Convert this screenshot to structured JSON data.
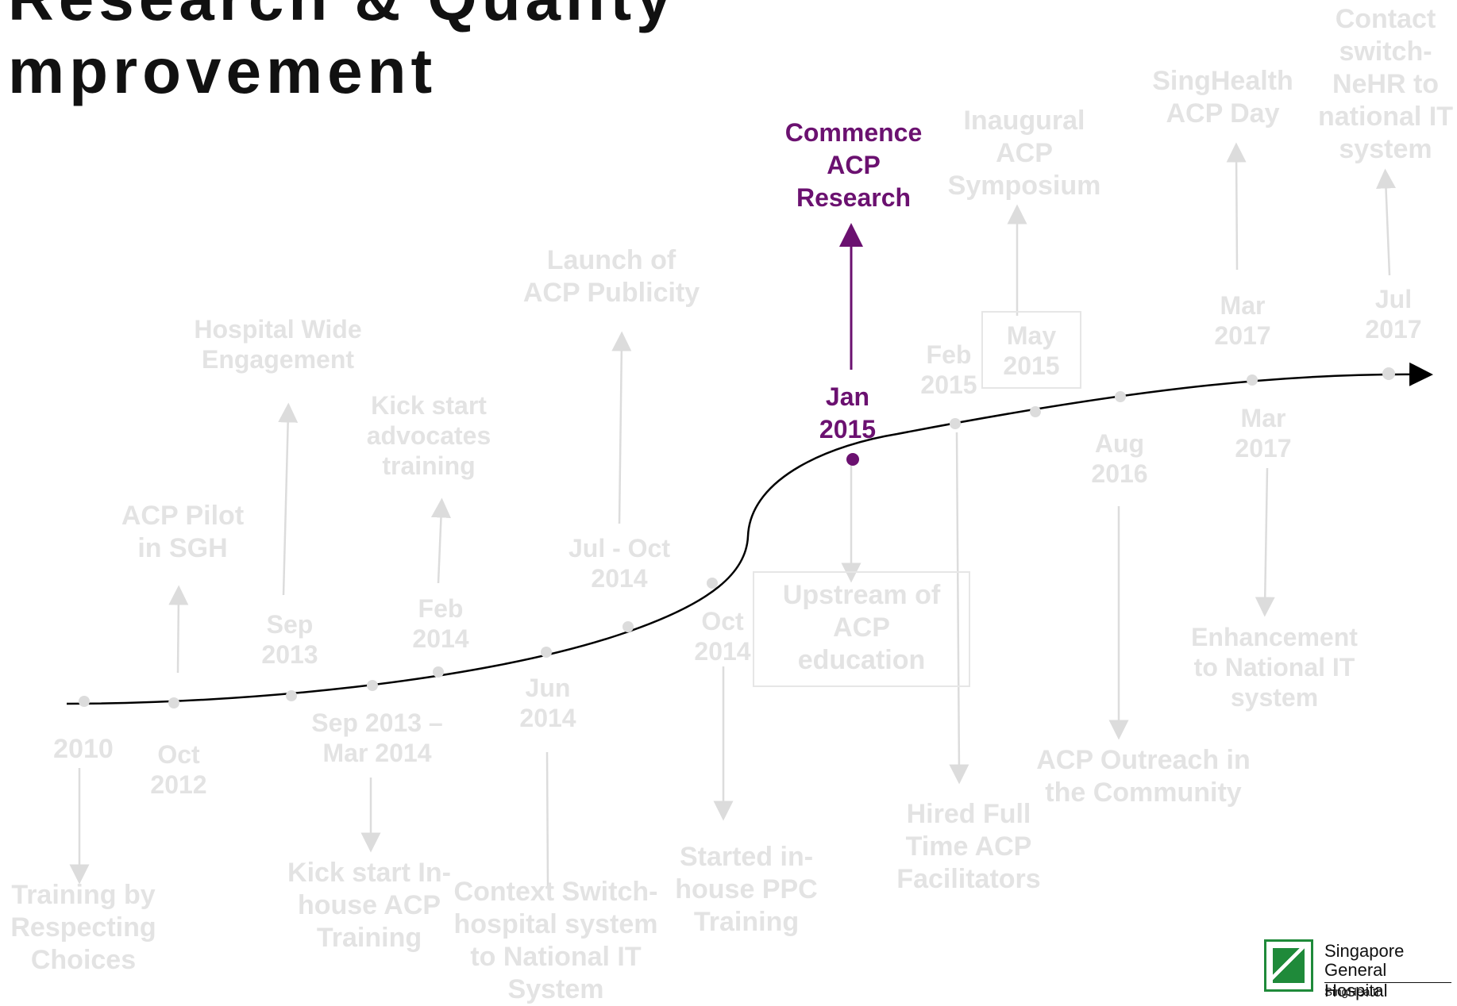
{
  "title": {
    "line1": "Research & Quality",
    "line2": "mprovement"
  },
  "colors": {
    "highlight": "#6b1170",
    "faded": "#e3e3e3",
    "curve": "#000000"
  },
  "milestones": [
    {
      "id": "m2010",
      "date": [
        "2010"
      ],
      "event": [
        "Training by",
        "Respecting",
        "Choices"
      ],
      "highlight": false
    },
    {
      "id": "m2012",
      "date": [
        "Oct",
        "2012"
      ],
      "event": [
        "ACP Pilot",
        "in SGH"
      ],
      "highlight": false
    },
    {
      "id": "msep13",
      "date": [
        "Sep",
        "2013"
      ],
      "event": [
        "Hospital Wide",
        "Engagement"
      ],
      "highlight": false
    },
    {
      "id": "mspan",
      "date": [
        "Sep 2013 –",
        "Mar 2014"
      ],
      "event": [
        "Kick start In-",
        "house ACP",
        "Training"
      ],
      "highlight": false
    },
    {
      "id": "mfeb14",
      "date": [
        "Feb",
        "2014"
      ],
      "event": [
        "Kick start",
        "advocates",
        "training"
      ],
      "highlight": false
    },
    {
      "id": "mjun14",
      "date": [
        "Jun",
        "2014"
      ],
      "event": [
        "Context Switch-",
        "hospital system",
        "to National IT",
        "System"
      ],
      "highlight": false
    },
    {
      "id": "mjul14",
      "date": [
        "Jul - Oct",
        "2014"
      ],
      "event": [
        "Launch of",
        "ACP Publicity"
      ],
      "highlight": false
    },
    {
      "id": "moct14",
      "date": [
        "Oct",
        "2014"
      ],
      "event": [
        "Started in-",
        "house PPC",
        "Training"
      ],
      "highlight": false
    },
    {
      "id": "mjan15",
      "date": [
        "Jan",
        "2015"
      ],
      "event": [
        "Commence",
        "ACP",
        "Research"
      ],
      "highlight": true
    },
    {
      "id": "mjan15b",
      "date": [],
      "event": [
        "Upstream of",
        "ACP",
        "education"
      ],
      "highlight": false
    },
    {
      "id": "mfeb15",
      "date": [
        "Feb",
        "2015"
      ],
      "event": [
        "Hired Full",
        "Time ACP",
        "Facilitators"
      ],
      "highlight": false
    },
    {
      "id": "mmay15",
      "date": [
        "May",
        "2015"
      ],
      "event": [
        "Inaugural",
        "ACP",
        "Symposium"
      ],
      "highlight": false
    },
    {
      "id": "maug16",
      "date": [
        "Aug",
        "2016"
      ],
      "event": [
        "ACP Outreach in",
        "the Community"
      ],
      "highlight": false
    },
    {
      "id": "mmar17a",
      "date": [
        "Mar",
        "2017"
      ],
      "event": [
        "SingHealth",
        "ACP Day"
      ],
      "highlight": false
    },
    {
      "id": "mmar17b",
      "date": [
        "Mar",
        "2017"
      ],
      "event": [
        "Enhancement",
        "to National IT",
        "system"
      ],
      "highlight": false
    },
    {
      "id": "mjul17",
      "date": [
        "Jul",
        "2017"
      ],
      "event": [
        "Contact",
        "switch-",
        "NeHR to",
        "national IT",
        "system"
      ],
      "highlight": false
    }
  ],
  "logo": {
    "name_line1": "Singapore",
    "name_line2": "General Hospital",
    "sub": "SingHealth"
  }
}
